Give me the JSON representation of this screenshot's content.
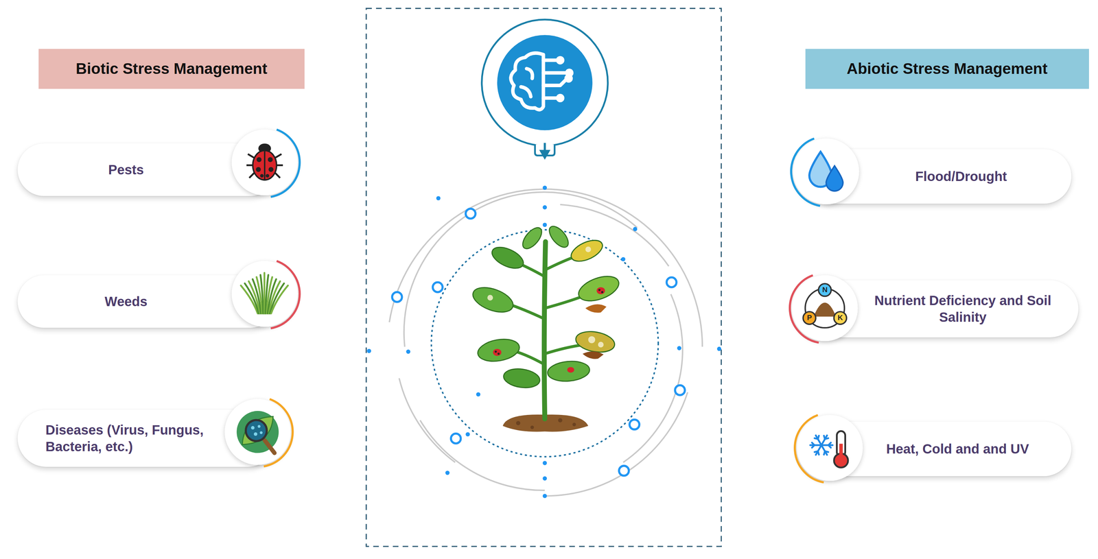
{
  "diagram": {
    "nodes": [
      {
        "text": [
          "Biotic Stress Management"
        ]
      },
      {
        "text": [
          "Pests"
        ]
      },
      {
        "text": [
          "Weeds"
        ]
      },
      {
        "text": [
          "Diseases (Virus, Fungus, Bacteria, etc.)"
        ]
      },
      {
        "text": [
          "Abiotic Stress Management"
        ]
      },
      {
        "text": [
          "Flood/Drought"
        ]
      },
      {
        "text": [
          "Nutrient Deficiency and Soil Salinity"
        ]
      },
      {
        "text": [
          "Heat, Cold and and UV"
        ]
      }
    ],
    "labels": [
      "N",
      "P",
      "K"
    ]
  }
}
